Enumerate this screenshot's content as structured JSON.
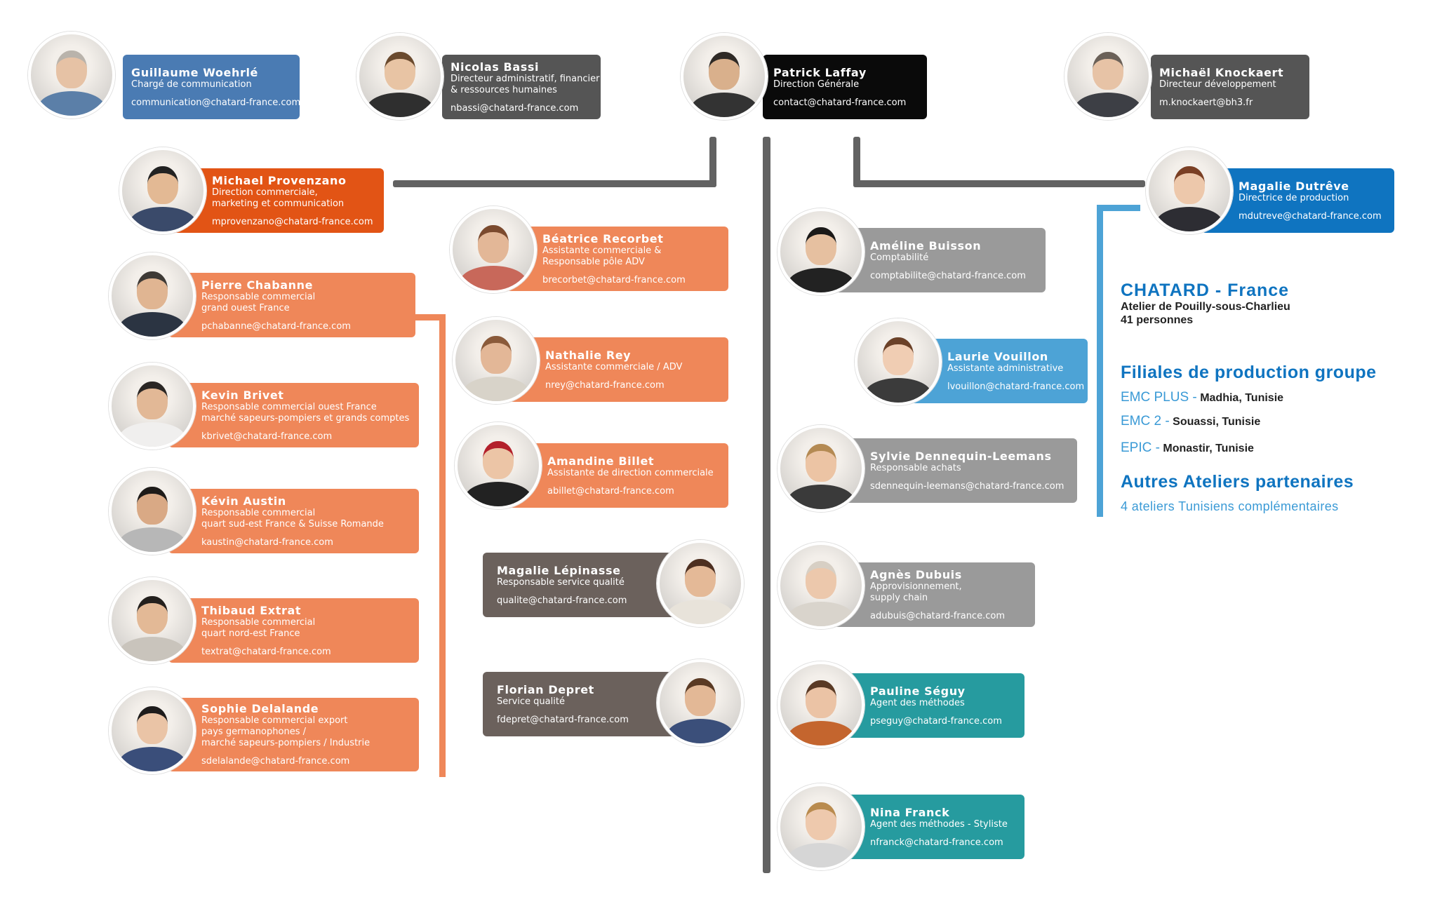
{
  "colors": {
    "blue": "#4a7bb3",
    "dark_grey": "#555555",
    "black": "#0a0a0a",
    "orange_dark": "#e25415",
    "orange": "#ef8759",
    "brown": "#6b615c",
    "grey": "#9a9a9a",
    "light_blue": "#4da3d6",
    "royal_blue": "#0f74c0",
    "teal": "#269b9f"
  },
  "people": {
    "woehrle": {
      "name": "Guillaume Woehrlé",
      "role": [
        "Chargé de communication"
      ],
      "email": "communication@chatard-france.com",
      "color": "blue"
    },
    "bassi": {
      "name": "Nicolas Bassi",
      "role": [
        "Directeur administratif, financier",
        "& ressources humaines"
      ],
      "email": "nbassi@chatard-france.com",
      "color": "dark_grey"
    },
    "laffay": {
      "name": "Patrick Laffay",
      "role": [
        "Direction Générale"
      ],
      "email": "contact@chatard-france.com",
      "color": "black"
    },
    "knockaert": {
      "name": "Michaël Knockaert",
      "role": [
        "Directeur développement"
      ],
      "email": "m.knockaert@bh3.fr",
      "color": "dark_grey"
    },
    "provenzano": {
      "name": "Michael Provenzano",
      "role": [
        "Direction commerciale,",
        "marketing et communication"
      ],
      "email": "mprovenzano@chatard-france.com",
      "color": "orange_dark"
    },
    "dutreve": {
      "name": "Magalie Dutrêve",
      "role": [
        "Directrice de production"
      ],
      "email": "mdutreve@chatard-france.com",
      "color": "royal_blue"
    },
    "recorbet": {
      "name": "Béatrice Recorbet",
      "role": [
        "Assistante commerciale &",
        "Responsable pôle ADV"
      ],
      "email": "brecorbet@chatard-france.com",
      "color": "orange"
    },
    "chabanne": {
      "name": "Pierre Chabanne",
      "role": [
        "Responsable commercial",
        "grand ouest France"
      ],
      "email": "pchabanne@chatard-france.com",
      "color": "orange"
    },
    "rey": {
      "name": "Nathalie Rey",
      "role": [
        "Assistante commerciale / ADV"
      ],
      "email": "nrey@chatard-france.com",
      "color": "orange"
    },
    "brivet": {
      "name": "Kevin Brivet",
      "role": [
        "Responsable commercial ouest France",
        "marché sapeurs-pompiers et grands comptes"
      ],
      "email": "kbrivet@chatard-france.com",
      "color": "orange"
    },
    "billet": {
      "name": "Amandine Billet",
      "role": [
        "Assistante de direction commerciale"
      ],
      "email": "abillet@chatard-france.com",
      "color": "orange"
    },
    "austin": {
      "name": "Kévin Austin",
      "role": [
        "Responsable commercial",
        "quart sud-est France & Suisse Romande"
      ],
      "email": "kaustin@chatard-france.com",
      "color": "orange"
    },
    "lepinasse": {
      "name": "Magalie Lépinasse",
      "role": [
        "Responsable service qualité"
      ],
      "email": "qualite@chatard-france.com",
      "color": "brown"
    },
    "extrat": {
      "name": "Thibaud Extrat",
      "role": [
        "Responsable commercial",
        "quart nord-est France"
      ],
      "email": "textrat@chatard-france.com",
      "color": "orange"
    },
    "depret": {
      "name": "Florian Depret",
      "role": [
        "Service qualité"
      ],
      "email": "fdepret@chatard-france.com",
      "color": "brown"
    },
    "delalande": {
      "name": "Sophie Delalande",
      "role": [
        "Responsable commercial export",
        "pays germanophones /",
        "marché sapeurs-pompiers / Industrie"
      ],
      "email": "sdelalande@chatard-france.com",
      "color": "orange"
    },
    "buisson": {
      "name": "Améline Buisson",
      "role": [
        "Comptabilité"
      ],
      "email": "comptabilite@chatard-france.com",
      "color": "grey"
    },
    "vouillon": {
      "name": "Laurie Vouillon",
      "role": [
        "Assistante administrative"
      ],
      "email": "lvouillon@chatard-france.com",
      "color": "light_blue"
    },
    "dennequin": {
      "name": "Sylvie Dennequin-Leemans",
      "role": [
        "Responsable achats"
      ],
      "email": "sdennequin-leemans@chatard-france.com",
      "color": "grey"
    },
    "dubuis": {
      "name": "Agnès Dubuis",
      "role": [
        "Approvisionnement,",
        "supply chain"
      ],
      "email": "adubuis@chatard-france.com",
      "color": "grey"
    },
    "seguy": {
      "name": "Pauline Séguy",
      "role": [
        "Agent des méthodes"
      ],
      "email": "pseguy@chatard-france.com",
      "color": "teal"
    },
    "franck": {
      "name": "Nina Franck",
      "role": [
        "Agent des méthodes - Styliste"
      ],
      "email": "nfranck@chatard-france.com",
      "color": "teal"
    }
  },
  "info": {
    "company": "CHATARD - France",
    "site": "Atelier de Pouilly-sous-Charlieu",
    "staff": "41 personnes",
    "subsidiaries_title": "Filiales de production groupe",
    "subsidiaries": [
      {
        "label": "EMC PLUS -",
        "place": "Madhia, Tunisie"
      },
      {
        "label": "EMC 2 -",
        "place": "Souassi, Tunisie"
      },
      {
        "label": "EPIC -",
        "place": "Monastir, Tunisie"
      }
    ],
    "partners_title": "Autres Ateliers partenaires",
    "partners": "4 ateliers Tunisiens complémentaires"
  }
}
